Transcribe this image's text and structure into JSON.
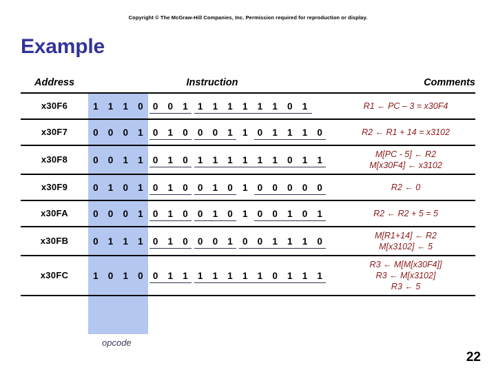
{
  "slide": {
    "copyright": "Copyright © The McGraw-Hill Companies, Inc. Permission required for reproduction or display.",
    "title": "Example",
    "page_number": "22",
    "opcode_label": "opcode",
    "accent_color": "#333399",
    "highlight_color": "#b3c7f0",
    "comment_color": "#8b1a1a"
  },
  "table": {
    "headers": {
      "address": "Address",
      "instruction": "Instruction",
      "comments": "Comments"
    },
    "rows": [
      {
        "address": "x30F6",
        "bits": [
          "1",
          "1",
          "1",
          "0",
          "0",
          "0",
          "1",
          "1",
          "1",
          "1",
          "1",
          "1",
          "1",
          "0",
          "1"
        ],
        "underline_groups": [
          [
            4,
            6
          ],
          [
            7,
            15
          ]
        ],
        "comments": [
          "R1 ← PC – 3 = x30F4"
        ]
      },
      {
        "address": "x30F7",
        "bits": [
          "0",
          "0",
          "0",
          "1",
          "0",
          "1",
          "0",
          "0",
          "0",
          "1",
          "1",
          "0",
          "1",
          "1",
          "1",
          "0"
        ],
        "underline_groups": [
          [
            4,
            6
          ],
          [
            7,
            9
          ],
          [
            11,
            15
          ]
        ],
        "comments": [
          "R2 ← R1 + 14 = x3102"
        ]
      },
      {
        "address": "x30F8",
        "bits": [
          "0",
          "0",
          "1",
          "1",
          "0",
          "1",
          "0",
          "1",
          "1",
          "1",
          "1",
          "1",
          "1",
          "0",
          "1",
          "1"
        ],
        "underline_groups": [
          [
            4,
            6
          ],
          [
            7,
            15
          ]
        ],
        "comments": [
          "M[PC - 5] ← R2",
          "M[x30F4] ← x3102"
        ]
      },
      {
        "address": "x30F9",
        "bits": [
          "0",
          "1",
          "0",
          "1",
          "0",
          "1",
          "0",
          "0",
          "1",
          "0",
          "1",
          "0",
          "0",
          "0",
          "0",
          "0"
        ],
        "underline_groups": [
          [
            4,
            6
          ],
          [
            7,
            9
          ],
          [
            11,
            15
          ]
        ],
        "comments": [
          "R2 ← 0"
        ]
      },
      {
        "address": "x30FA",
        "bits": [
          "0",
          "0",
          "0",
          "1",
          "0",
          "1",
          "0",
          "0",
          "1",
          "0",
          "1",
          "0",
          "0",
          "1",
          "0",
          "1"
        ],
        "underline_groups": [
          [
            4,
            6
          ],
          [
            7,
            9
          ],
          [
            11,
            15
          ]
        ],
        "comments": [
          "R2 ← R2 + 5 = 5"
        ]
      },
      {
        "address": "x30FB",
        "bits": [
          "0",
          "1",
          "1",
          "1",
          "0",
          "1",
          "0",
          "0",
          "0",
          "1",
          "0",
          "0",
          "1",
          "1",
          "1",
          "0"
        ],
        "underline_groups": [
          [
            4,
            6
          ],
          [
            7,
            9
          ],
          [
            10,
            15
          ]
        ],
        "comments": [
          "M[R1+14] ← R2",
          "M[x3102] ← 5"
        ]
      },
      {
        "address": "x30FC",
        "bits": [
          "1",
          "0",
          "1",
          "0",
          "0",
          "1",
          "1",
          "1",
          "1",
          "1",
          "1",
          "1",
          "0",
          "1",
          "1",
          "1"
        ],
        "underline_groups": [
          [
            4,
            6
          ],
          [
            7,
            15
          ]
        ],
        "comments": [
          "R3 ← M[M[x30F4]]",
          "R3 ← M[x3102]",
          "R3 ← 5"
        ]
      }
    ]
  }
}
